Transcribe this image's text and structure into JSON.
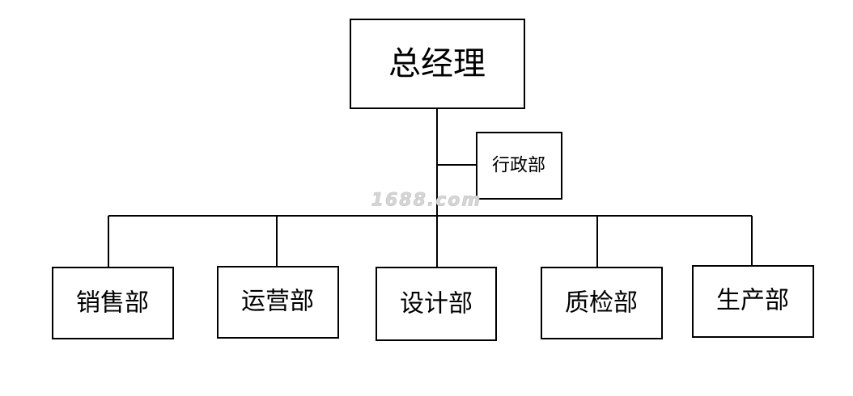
{
  "org_chart": {
    "root": "总经理",
    "staff": "行政部",
    "departments": [
      "销售部",
      "运营部",
      "设计部",
      "质检部",
      "生产部"
    ]
  },
  "watermark": "1688.com",
  "colors": {
    "stroke": "#000000",
    "background": "#ffffff",
    "watermark": "#d6d6d6"
  }
}
